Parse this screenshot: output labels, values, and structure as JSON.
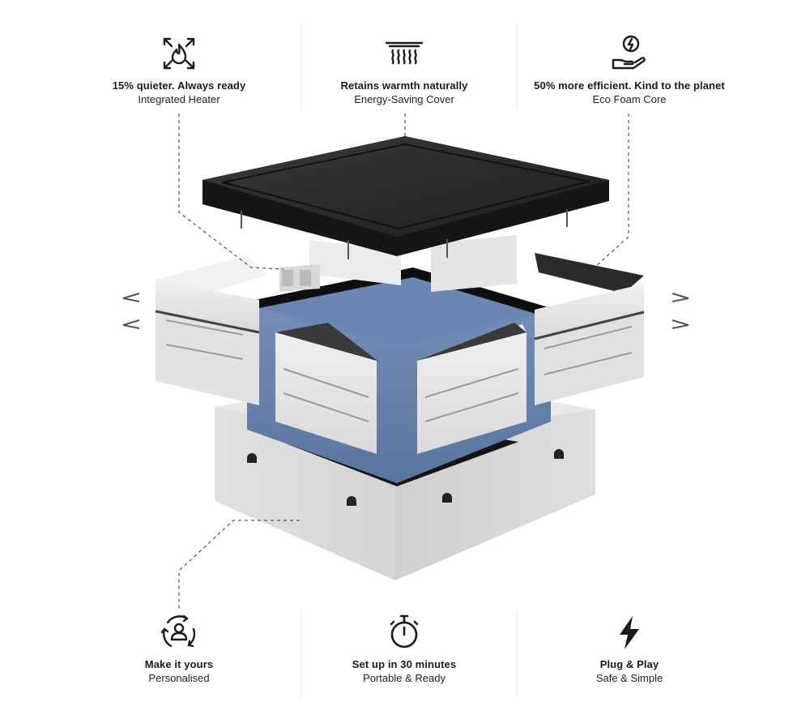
{
  "features_top": [
    {
      "headline": "15% quieter. Always ready",
      "sub": "Integrated Heater",
      "icon": "heater-flame-arrows-icon"
    },
    {
      "headline": "Retains warmth naturally",
      "sub": "Energy-Saving Cover",
      "icon": "heat-waves-vent-icon"
    },
    {
      "headline": "50% more efficient. Kind to the planet",
      "sub": "Eco Foam Core",
      "icon": "eco-energy-hand-icon"
    }
  ],
  "features_bottom": [
    {
      "headline": "Make it yours",
      "sub": "Personalised",
      "icon": "person-cycle-icon"
    },
    {
      "headline": "Set up in 30 minutes",
      "sub": "Portable & Ready",
      "icon": "stopwatch-icon"
    },
    {
      "headline": "Plug & Play",
      "sub": "Safe & Simple",
      "icon": "lightning-bolt-icon"
    }
  ],
  "colors": {
    "text": "#1a1a1a",
    "cover": "#2b2c2e",
    "liner": "#5e7aa8",
    "panel": "#e6e6e6",
    "base": "#dcdcdc",
    "divider": "#ececec"
  }
}
